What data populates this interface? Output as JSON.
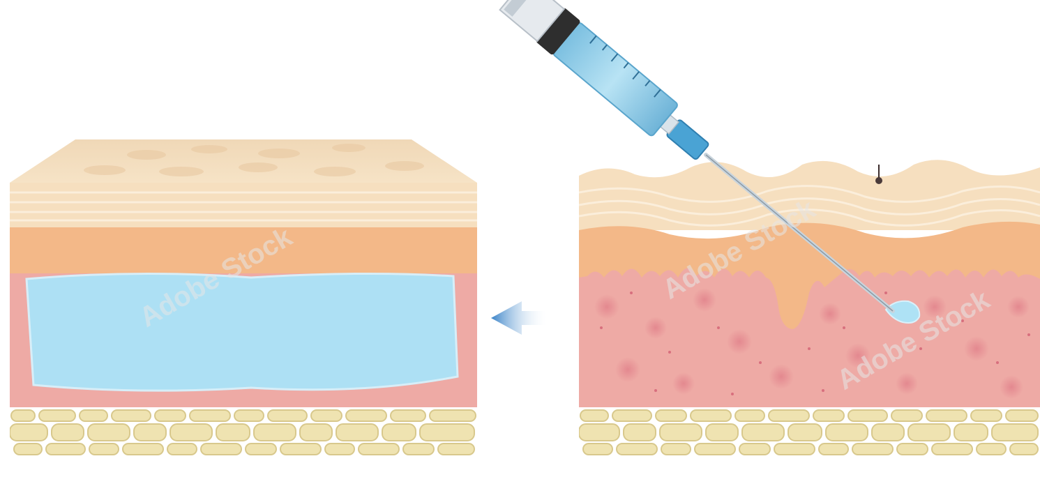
{
  "diagram": {
    "panels": [
      {
        "id": "after",
        "layers": [
          "epidermis",
          "dermis",
          "injected-fluid",
          "subcutaneous-fat"
        ]
      },
      {
        "id": "before",
        "layers": [
          "epidermis",
          "dermis",
          "subcutaneous-fat"
        ]
      }
    ],
    "arrow_direction": "left",
    "instrument": "syringe",
    "colors": {
      "epidermis_top": "#f2dcbf",
      "epidermis_lines": "#f7e7cf",
      "papillary": "#f3b888",
      "dermis": "#eeaaa5",
      "dermis_spots": "#e4868e",
      "fluid": "#aee2f5",
      "fat_cells": "#efe3b1",
      "fat_outline": "#d8c88c",
      "syringe_barrel": "#8fcbe6",
      "syringe_hub": "#4aa3d4",
      "plunger": "#2e2e2e",
      "arrow": "#3a83c8"
    }
  },
  "watermark": {
    "text": "Adobe Stock"
  }
}
